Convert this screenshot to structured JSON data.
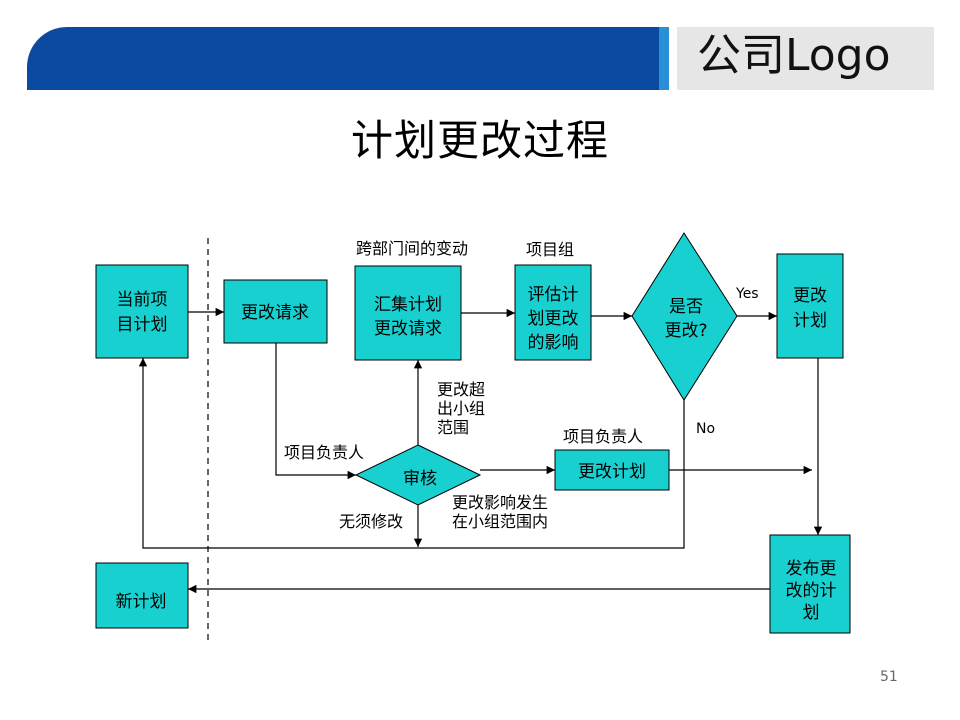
{
  "logo": "公司Logo",
  "title": "计划更改过程",
  "page_number": "51",
  "colors": {
    "banner_blue": "#0a4aa0",
    "node_fill": "#18d0d0",
    "stroke": "#000000"
  },
  "nodes": {
    "current_plan": [
      "当前项",
      "目计划"
    ],
    "change_request": [
      "更改请求"
    ],
    "collect_requests": [
      "汇集计划",
      "更改请求"
    ],
    "assess_impact": [
      "评估计",
      "划更改",
      "的影响"
    ],
    "decision": [
      "是否",
      "更改?"
    ],
    "change_plan_right": [
      "更改",
      "计划"
    ],
    "review": [
      "审核"
    ],
    "change_plan_mid": [
      "更改计划"
    ],
    "new_plan": [
      "新计划"
    ],
    "publish_plan": [
      "发布更",
      "改的计",
      "划"
    ]
  },
  "labels": {
    "cross_dept": "跨部门间的变动",
    "project_team": "项目组",
    "yes": "Yes",
    "no": "No",
    "beyond_team": [
      "更改超",
      "出小组",
      "范围"
    ],
    "pm_left": "项目负责人",
    "pm_mid": "项目负责人",
    "no_change": "无须修改",
    "within_team": [
      "更改影响发生",
      "在小组范围内"
    ]
  }
}
